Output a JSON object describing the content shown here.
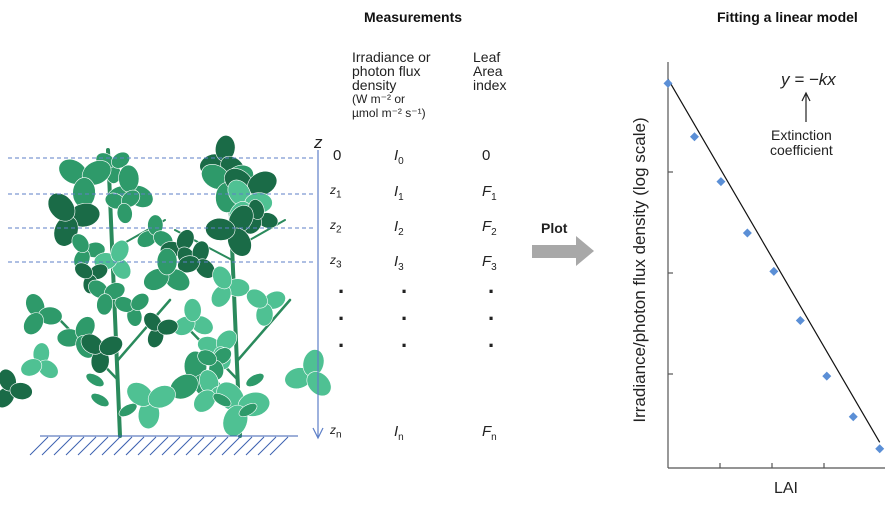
{
  "measurements_heading": "Measurements",
  "fitting_heading": "Fitting a linear model",
  "col_irradiance": [
    "Irradiance or",
    "photon flux",
    "density"
  ],
  "col_irradiance_units": [
    "(W m⁻² or",
    "µmol m⁻² s⁻¹)"
  ],
  "col_lai": [
    "Leaf",
    "Area",
    "index"
  ],
  "z_axis_label": "z",
  "rows": [
    {
      "z": "0",
      "z_sub": "",
      "i": "I",
      "i_sub": "0",
      "f": "0",
      "f_sub": ""
    },
    {
      "z": "z",
      "z_sub": "1",
      "i": "I",
      "i_sub": "1",
      "f": "F",
      "f_sub": "1"
    },
    {
      "z": "z",
      "z_sub": "2",
      "i": "I",
      "i_sub": "2",
      "f": "F",
      "f_sub": "2"
    },
    {
      "z": "z",
      "z_sub": "3",
      "i": "I",
      "i_sub": "3",
      "f": "F",
      "f_sub": "3"
    },
    {
      "z": "z",
      "z_sub": "n",
      "i": "I",
      "i_sub": "n",
      "f": "F",
      "f_sub": "n"
    }
  ],
  "ellipsis": "·",
  "plot_label": "Plot",
  "equation": "y = −kx",
  "extinction_label": [
    "Extinction",
    "coefficient"
  ],
  "chart_data": {
    "type": "scatter",
    "title": "",
    "xlabel": "LAI",
    "ylabel": "Irradiance/photon flux density (log scale)",
    "log_y": true,
    "points": [
      {
        "x": 0.0,
        "y": 9.0
      },
      {
        "x": 1.0,
        "y": 7.75
      },
      {
        "x": 2.0,
        "y": 6.7
      },
      {
        "x": 3.0,
        "y": 5.5
      },
      {
        "x": 4.0,
        "y": 4.6
      },
      {
        "x": 5.0,
        "y": 3.45
      },
      {
        "x": 6.0,
        "y": 2.15
      },
      {
        "x": 7.0,
        "y": 1.2
      },
      {
        "x": 8.0,
        "y": 0.45
      }
    ],
    "fit_line": {
      "x": [
        0,
        8
      ],
      "y": [
        9.1,
        0.6
      ]
    },
    "xlim": [
      0,
      8.2
    ],
    "ylim": [
      0,
      9.5
    ],
    "colors": {
      "points": "#5b8fd6",
      "line": "#111111",
      "axes": "#555555"
    }
  },
  "colors": {
    "plant_dark": "#1a6b47",
    "plant_mid": "#2e9a6a",
    "plant_light": "#4fc193",
    "layer_line": "#5d7fc7",
    "ground": "#3b5fb0",
    "arrow": "#a8a8a8"
  }
}
